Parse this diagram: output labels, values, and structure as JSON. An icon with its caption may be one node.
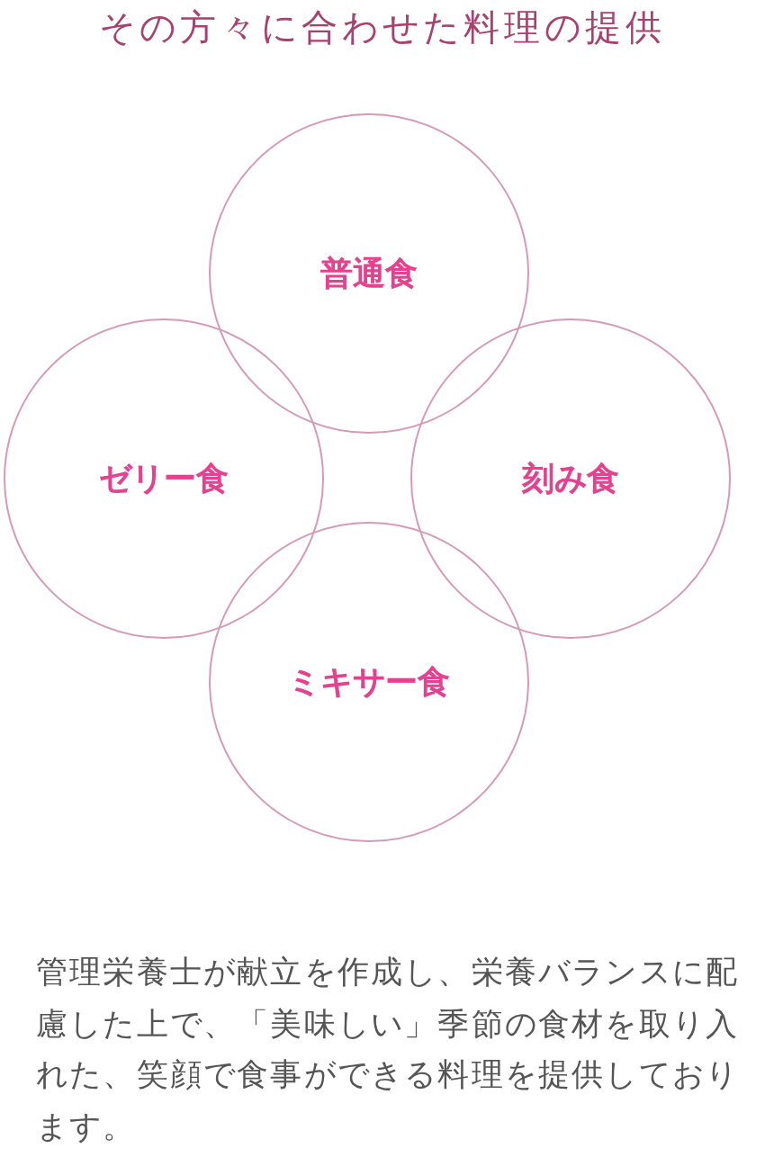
{
  "diagram": {
    "title": "その方々に合わせた料理の提供",
    "nodes": [
      {
        "text": [
          "普通食"
        ]
      },
      {
        "text": [
          "ゼリー食"
        ]
      },
      {
        "text": [
          "刻み食"
        ]
      },
      {
        "text": [
          "ミキサー食"
        ]
      }
    ],
    "labels": [
      "管理栄養士が献立を作成し、栄養バランスに配慮した上で、「美味しい」季節の食材を取り入れた、笑顔で食事ができる料理を提供しております。"
    ]
  }
}
